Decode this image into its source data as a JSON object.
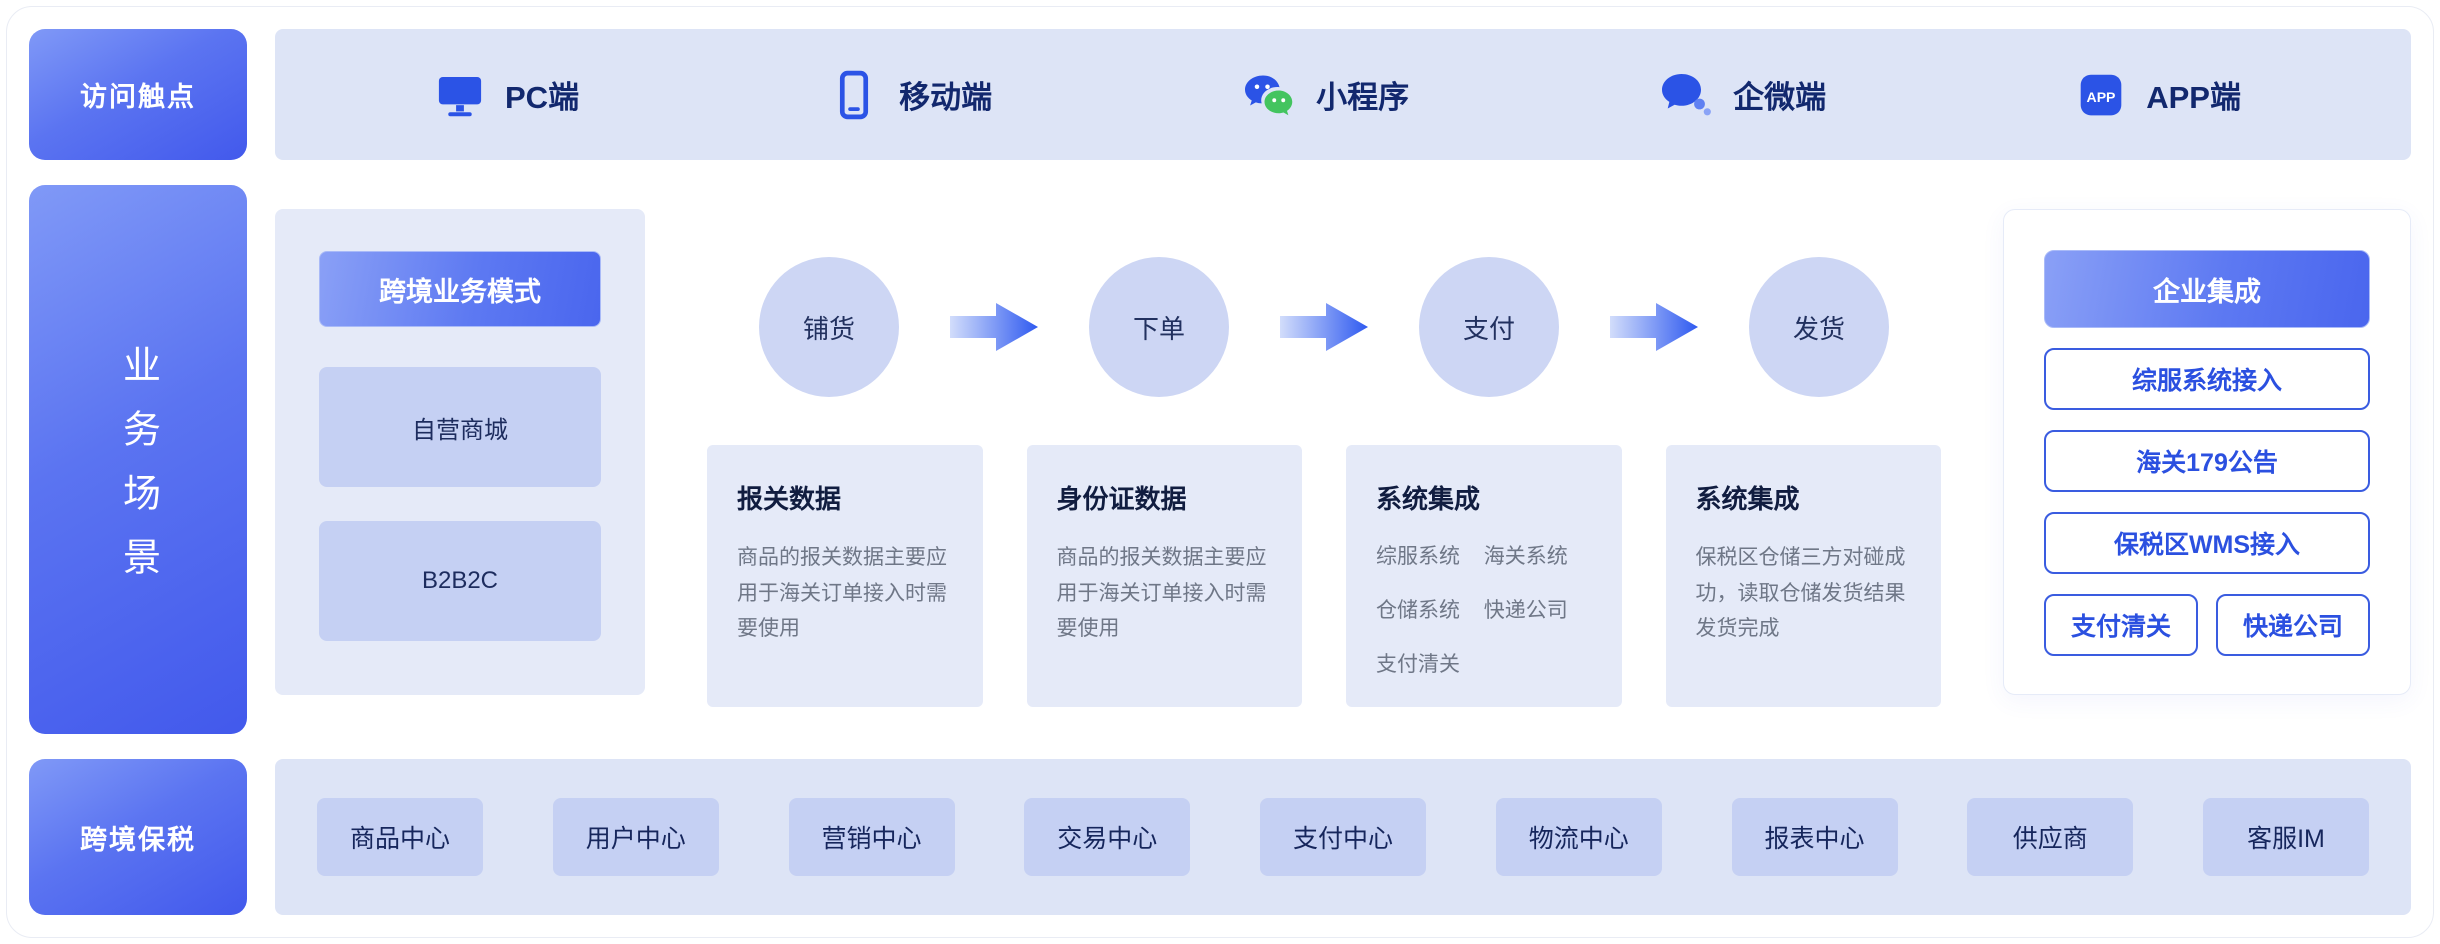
{
  "colors": {
    "accent_blue": "#2b50e0",
    "gradient_start": "#8099f7",
    "gradient_end": "#4259ec",
    "band_bg": "#dde4f6",
    "panel_bg": "#e5eaf8",
    "chip_bg": "#c5d0f3",
    "circle_bg": "#cdd6f4",
    "dark_text": "#12286e",
    "desc_text": "#6f7787",
    "wechat_green": "#43c45f"
  },
  "touchpoints": {
    "label": "访问触点",
    "items": [
      {
        "label": "PC端",
        "icon": "monitor-icon"
      },
      {
        "label": "移动端",
        "icon": "smartphone-icon"
      },
      {
        "label": "小程序",
        "icon": "wechat-icon"
      },
      {
        "label": "企微端",
        "icon": "wecom-icon"
      },
      {
        "label": "APP端",
        "icon": "app-icon"
      }
    ]
  },
  "scenario": {
    "label": "业务场景",
    "mode_panel": {
      "header": "跨境业务模式",
      "items": [
        "自营商城",
        "B2B2C"
      ]
    },
    "flow_steps": [
      {
        "circle": "铺货",
        "title": "报关数据",
        "desc": "商品的报关数据主要应用于海关订单接入时需要使用"
      },
      {
        "circle": "下单",
        "title": "身份证数据",
        "desc": "商品的报关数据主要应用于海关订单接入时需要使用"
      },
      {
        "circle": "支付",
        "title": "系统集成",
        "items": [
          "综服系统",
          "海关系统",
          "仓储系统",
          "快递公司",
          "支付清关"
        ]
      },
      {
        "circle": "发货",
        "title": "系统集成",
        "desc": "保税区仓储三方对碰成功，读取仓储发货结果发货完成"
      }
    ],
    "integration": {
      "header": "企业集成",
      "buttons": [
        "综服系统接入",
        "海关179公告",
        "保税区WMS接入"
      ],
      "bottom_buttons": [
        "支付清关",
        "快递公司"
      ]
    }
  },
  "bonded": {
    "label": "跨境保税",
    "modules": [
      "商品中心",
      "用户中心",
      "营销中心",
      "交易中心",
      "支付中心",
      "物流中心",
      "报表中心",
      "供应商",
      "客服IM"
    ]
  }
}
